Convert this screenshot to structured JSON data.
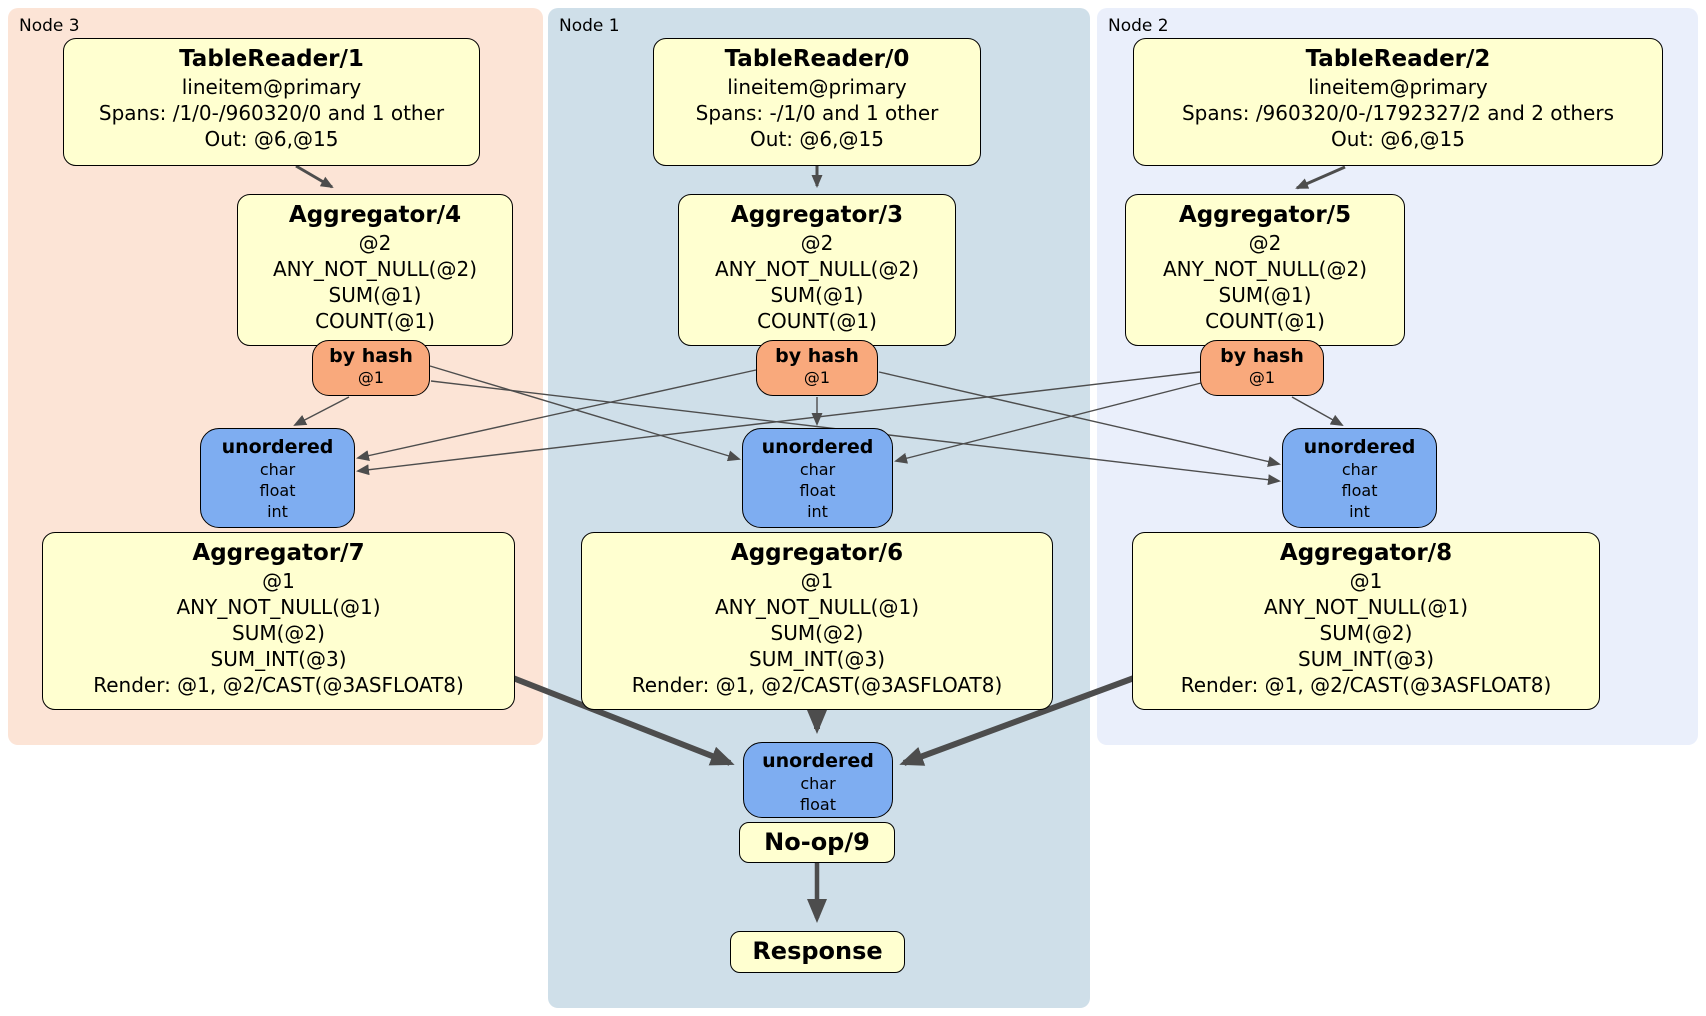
{
  "panels": [
    {
      "label": "Node 3",
      "table_reader": {
        "title": "TableReader/1",
        "lines": [
          "lineitem@primary",
          "Spans: /1/0-/960320/0 and 1 other",
          "Out: @6,@15"
        ]
      },
      "aggregator": {
        "title": "Aggregator/4",
        "lines": [
          "@2",
          "ANY_NOT_NULL(@2)",
          "SUM(@1)",
          "COUNT(@1)"
        ]
      },
      "router": {
        "title": "by hash",
        "subtitle": "@1"
      },
      "sync": {
        "title": "unordered",
        "lines": [
          "char",
          "float",
          "int"
        ]
      },
      "final_aggregator": {
        "title": "Aggregator/7",
        "lines": [
          "@1",
          "ANY_NOT_NULL(@1)",
          "SUM(@2)",
          "SUM_INT(@3)",
          "Render: @1, @2/CAST(@3ASFLOAT8)"
        ]
      }
    },
    {
      "label": "Node 1",
      "table_reader": {
        "title": "TableReader/0",
        "lines": [
          "lineitem@primary",
          "Spans: -/1/0 and 1 other",
          "Out: @6,@15"
        ]
      },
      "aggregator": {
        "title": "Aggregator/3",
        "lines": [
          "@2",
          "ANY_NOT_NULL(@2)",
          "SUM(@1)",
          "COUNT(@1)"
        ]
      },
      "router": {
        "title": "by hash",
        "subtitle": "@1"
      },
      "sync": {
        "title": "unordered",
        "lines": [
          "char",
          "float",
          "int"
        ]
      },
      "final_aggregator": {
        "title": "Aggregator/6",
        "lines": [
          "@1",
          "ANY_NOT_NULL(@1)",
          "SUM(@2)",
          "SUM_INT(@3)",
          "Render: @1, @2/CAST(@3ASFLOAT8)"
        ]
      }
    },
    {
      "label": "Node 2",
      "table_reader": {
        "title": "TableReader/2",
        "lines": [
          "lineitem@primary",
          "Spans: /960320/0-/1792327/2 and 2 others",
          "Out: @6,@15"
        ]
      },
      "aggregator": {
        "title": "Aggregator/5",
        "lines": [
          "@2",
          "ANY_NOT_NULL(@2)",
          "SUM(@1)",
          "COUNT(@1)"
        ]
      },
      "router": {
        "title": "by hash",
        "subtitle": "@1"
      },
      "sync": {
        "title": "unordered",
        "lines": [
          "char",
          "float",
          "int"
        ]
      },
      "final_aggregator": {
        "title": "Aggregator/8",
        "lines": [
          "@1",
          "ANY_NOT_NULL(@1)",
          "SUM(@2)",
          "SUM_INT(@3)",
          "Render: @1, @2/CAST(@3ASFLOAT8)"
        ]
      }
    }
  ],
  "output_stage": {
    "sync": {
      "title": "unordered",
      "lines": [
        "char",
        "float"
      ]
    },
    "noop_label": "No-op/9",
    "response_label": "Response"
  },
  "colors": {
    "node3_bg": "#fce4d6",
    "node1_bg": "#cfdfe9",
    "node2_bg": "#eaeffb",
    "operator_box_bg": "#ffffd0",
    "router_bg": "#f9a97c",
    "sync_bg": "#7eadf1",
    "box_border": "#000000",
    "edge": "#4d4d4d"
  }
}
